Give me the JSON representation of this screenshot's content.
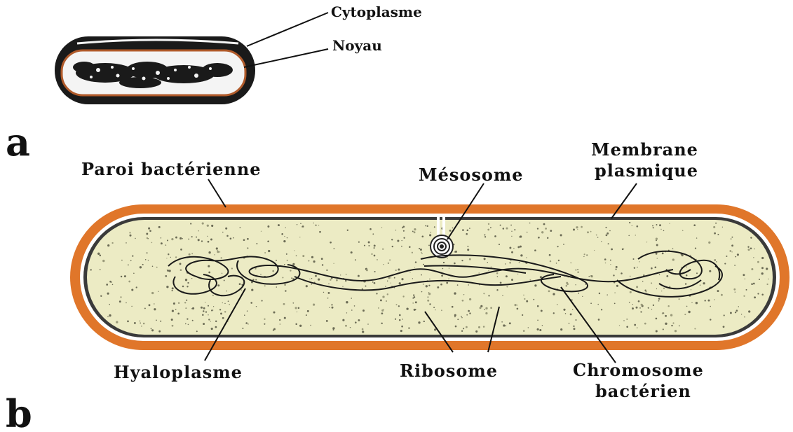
{
  "panel_a": {
    "letter": "a",
    "labels": {
      "cytoplasme": "Cytoplasme",
      "noyau": "Noyau"
    }
  },
  "panel_b": {
    "letter": "b",
    "labels": {
      "paroi": "Paroi bactérienne",
      "mesosome": "Mésosome",
      "membrane_line1": "Membrane",
      "membrane_line2": "plasmique",
      "hyaloplasme": "Hyaloplasme",
      "ribosome": "Ribosome",
      "chromosome_line1": "Chromosome",
      "chromosome_line2": "bactérien"
    }
  },
  "colors": {
    "cell_wall": "#e0762a",
    "cytoplasm": "#ecebc4",
    "ink": "#111111"
  }
}
